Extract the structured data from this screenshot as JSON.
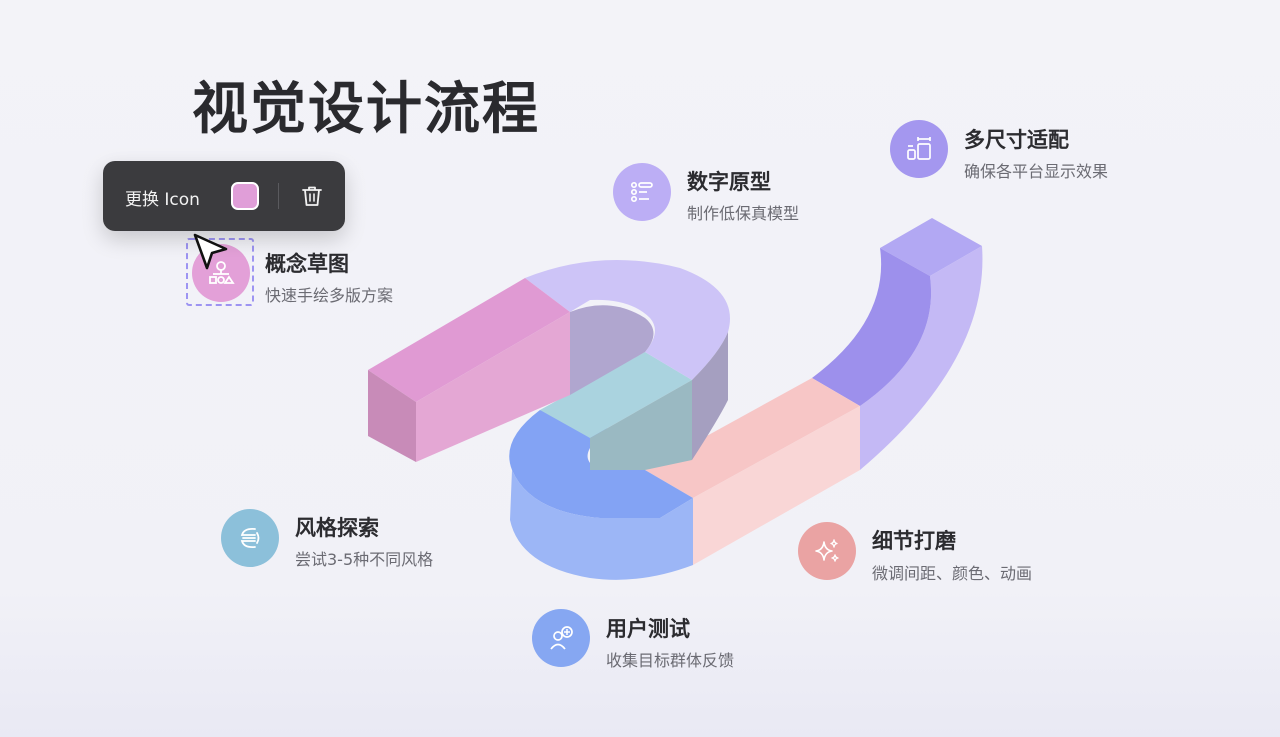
{
  "title": "视觉设计流程",
  "toolbar": {
    "replace_label": "更换 Icon",
    "swatch_color": "#e09ed8",
    "delete_icon": "trash-icon"
  },
  "steps": [
    {
      "title": "概念草图",
      "desc": "快速手绘多版方案",
      "color": "#e3a0d8",
      "icon": "sketch-network-icon"
    },
    {
      "title": "数字原型",
      "desc": "制作低保真模型",
      "color": "#bcaef5",
      "icon": "list-layout-icon"
    },
    {
      "title": "多尺寸适配",
      "desc": "确保各平台显示效果",
      "color": "#a497ef",
      "icon": "resize-devices-icon"
    },
    {
      "title": "风格探索",
      "desc": "尝试3-5种不同风格",
      "color": "#8cc0da",
      "icon": "style-sphere-icon"
    },
    {
      "title": "细节打磨",
      "desc": "微调间距、颜色、动画",
      "color": "#eaa3a3",
      "icon": "sparkle-icon"
    },
    {
      "title": "用户测试",
      "desc": "收集目标群体反馈",
      "color": "#86a7f2",
      "icon": "user-test-icon"
    }
  ]
}
